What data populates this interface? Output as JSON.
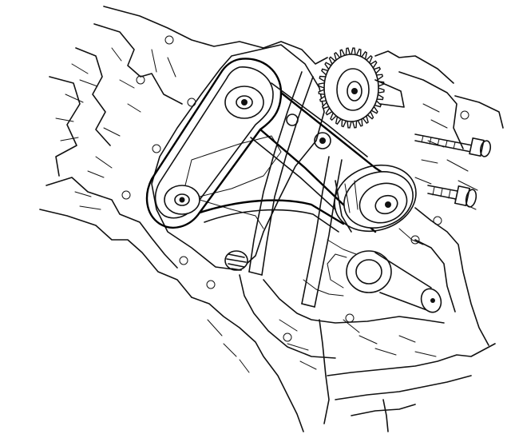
{
  "figure": {
    "kind": "engine-timing-belt-line-drawing",
    "colors": {
      "ink": "#111111",
      "paper": "#ffffff"
    }
  },
  "components": {
    "engine_block": {
      "icon": "engine-block-outline"
    },
    "timing_belt": {
      "icon": "serpentine-belt"
    },
    "upper_pulley": {
      "icon": "pulley"
    },
    "lower_pulley": {
      "icon": "pulley"
    },
    "cam_sprocket": {
      "icon": "toothed-gear"
    },
    "crank_pulley": {
      "icon": "pulley"
    },
    "tensioner": {
      "icon": "tensioner-spring"
    },
    "bolts": {
      "count": 2,
      "icon": "bolt"
    },
    "crankshaft": {
      "icon": "shaft"
    }
  }
}
